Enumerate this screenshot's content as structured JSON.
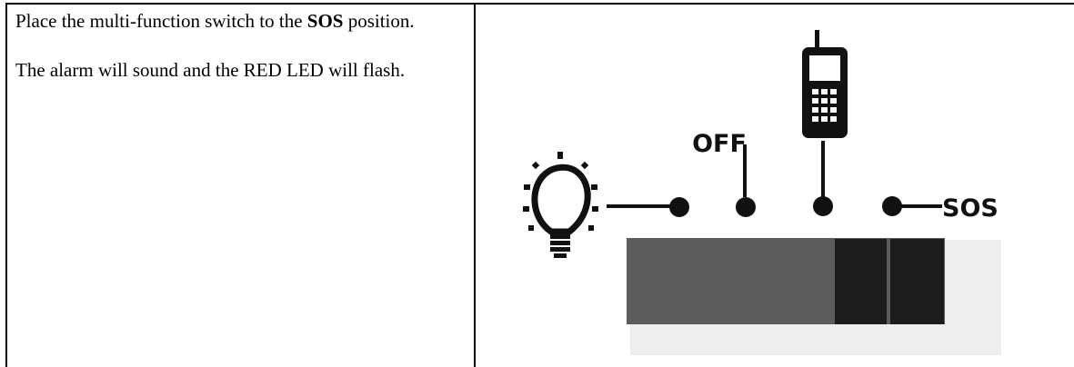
{
  "instruction": {
    "step_prefix": "Place the multi-function switch to the ",
    "step_bold": "SOS",
    "step_suffix": " position.",
    "result": "The alarm will sound and the RED LED will flash."
  },
  "diagram": {
    "positions": [
      {
        "name": "light",
        "icon": "lightbulb-icon"
      },
      {
        "name": "off",
        "label": "OFF"
      },
      {
        "name": "phone",
        "icon": "mobile-phone-icon"
      },
      {
        "name": "sos",
        "label": "SOS"
      }
    ],
    "selected_position": "SOS",
    "colors": {
      "switch_track": "#5c5c5c",
      "switch_knob": "#1c1c1c",
      "switch_shadow": "#eeeeee",
      "line": "#111111"
    }
  }
}
